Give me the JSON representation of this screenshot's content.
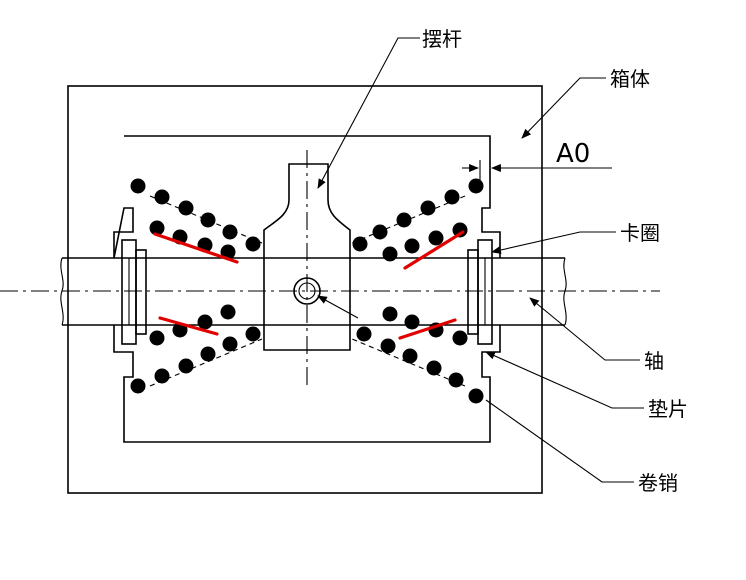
{
  "labels": {
    "swing_rod": "摆杆",
    "housing": "箱体",
    "gap": "A0",
    "retaining_ring": "卡圈",
    "shaft": "轴",
    "washer": "垫片",
    "coil_pin": "卷销"
  },
  "colors": {
    "line": "#000000",
    "highlight": "#e00000",
    "background": "#ffffff"
  }
}
